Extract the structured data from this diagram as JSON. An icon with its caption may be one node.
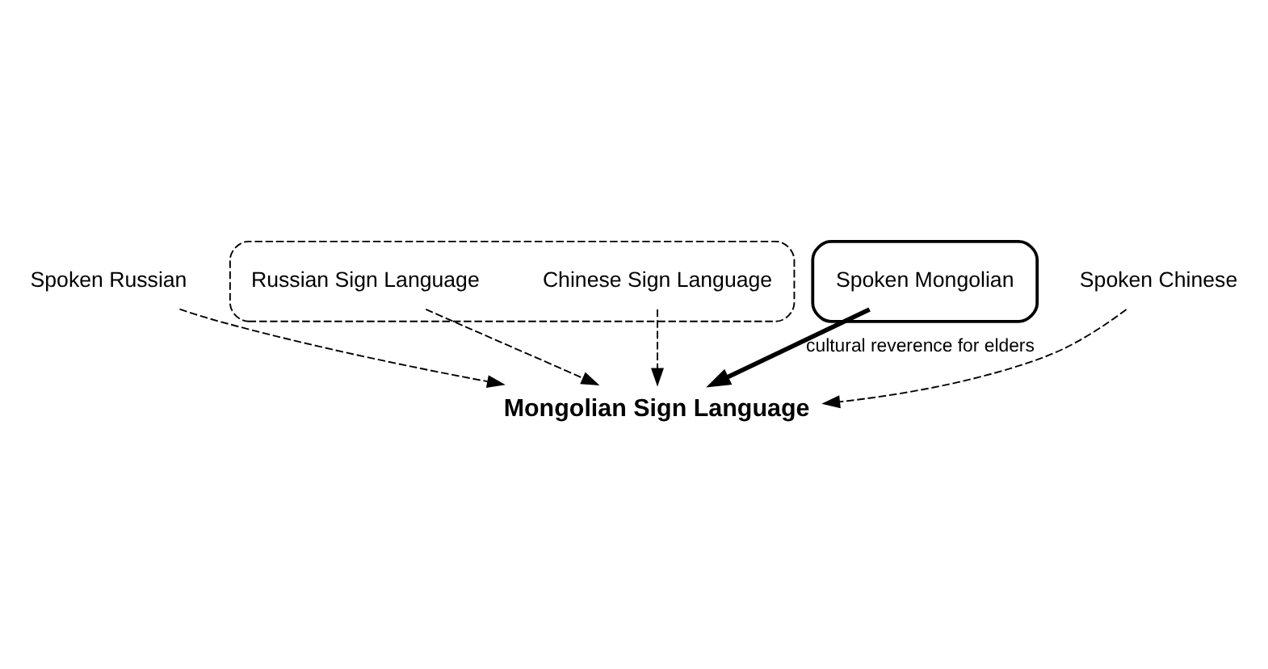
{
  "diagram": {
    "nodes": [
      {
        "text": [
          "Spoken Russian"
        ]
      },
      {
        "text": [],
        "shape": "blob"
      },
      {
        "text": [
          "Russian Sign Language"
        ],
        "in": 1
      },
      {
        "text": [],
        "shape": "ellipse"
      },
      {
        "text": [
          "Spoken Mongolian"
        ],
        "in": 3
      },
      {
        "text": [
          "Chinese Sign Language"
        ],
        "in": 1
      },
      {
        "text": [
          "Mongolian Sign Language"
        ]
      },
      {
        "text": [
          "Spoken Chinese"
        ]
      }
    ],
    "edges": [
      {
        "from": 0,
        "to": 6,
        "arrow": "to",
        "style": "dashed"
      },
      {
        "from": 2,
        "to": 6,
        "arrow": "to",
        "style": "dashed"
      },
      {
        "from": 4,
        "to": 6,
        "arrow": "to",
        "style": "thick",
        "label": "cultural reverence for elders"
      },
      {
        "from": 5,
        "to": 6,
        "arrow": "to",
        "style": "dashed"
      },
      {
        "from": 7,
        "to": 6,
        "arrow": "to",
        "style": "dashed"
      }
    ]
  }
}
